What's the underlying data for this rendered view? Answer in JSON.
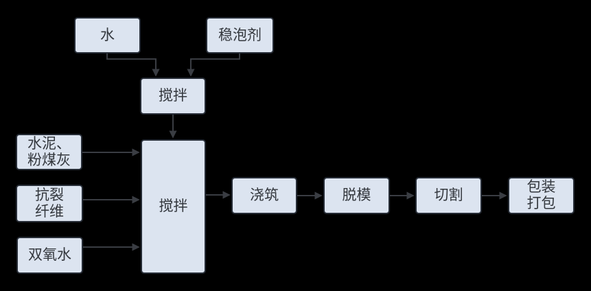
{
  "diagram": {
    "background_color": "#000000",
    "node_fill_color": "#dce4f0",
    "node_border_color": "#262c36",
    "connector_color": "#3a3d43",
    "nodes": {
      "water": {
        "label": "水"
      },
      "foam_stabilizer": {
        "label": "稳泡剂"
      },
      "foam_mixing": {
        "label": "搅拌"
      },
      "cement_flyash": {
        "label": "水泥、\n粉煤灰"
      },
      "anticrack_fiber": {
        "label": "抗裂\n纤维"
      },
      "hydrogen_peroxide": {
        "label": "双氧水"
      },
      "main_mixing": {
        "label": "搅拌"
      },
      "pouring": {
        "label": "浇筑"
      },
      "demolding": {
        "label": "脱模"
      },
      "cutting": {
        "label": "切割"
      },
      "packing": {
        "label": "包装\n打包"
      }
    },
    "edges": [
      {
        "from": "water",
        "to": "foam_mixing"
      },
      {
        "from": "foam_stabilizer",
        "to": "foam_mixing"
      },
      {
        "from": "foam_mixing",
        "to": "main_mixing"
      },
      {
        "from": "cement_flyash",
        "to": "main_mixing"
      },
      {
        "from": "anticrack_fiber",
        "to": "main_mixing"
      },
      {
        "from": "hydrogen_peroxide",
        "to": "main_mixing"
      },
      {
        "from": "main_mixing",
        "to": "pouring"
      },
      {
        "from": "pouring",
        "to": "demolding"
      },
      {
        "from": "demolding",
        "to": "cutting"
      },
      {
        "from": "cutting",
        "to": "packing"
      }
    ]
  }
}
